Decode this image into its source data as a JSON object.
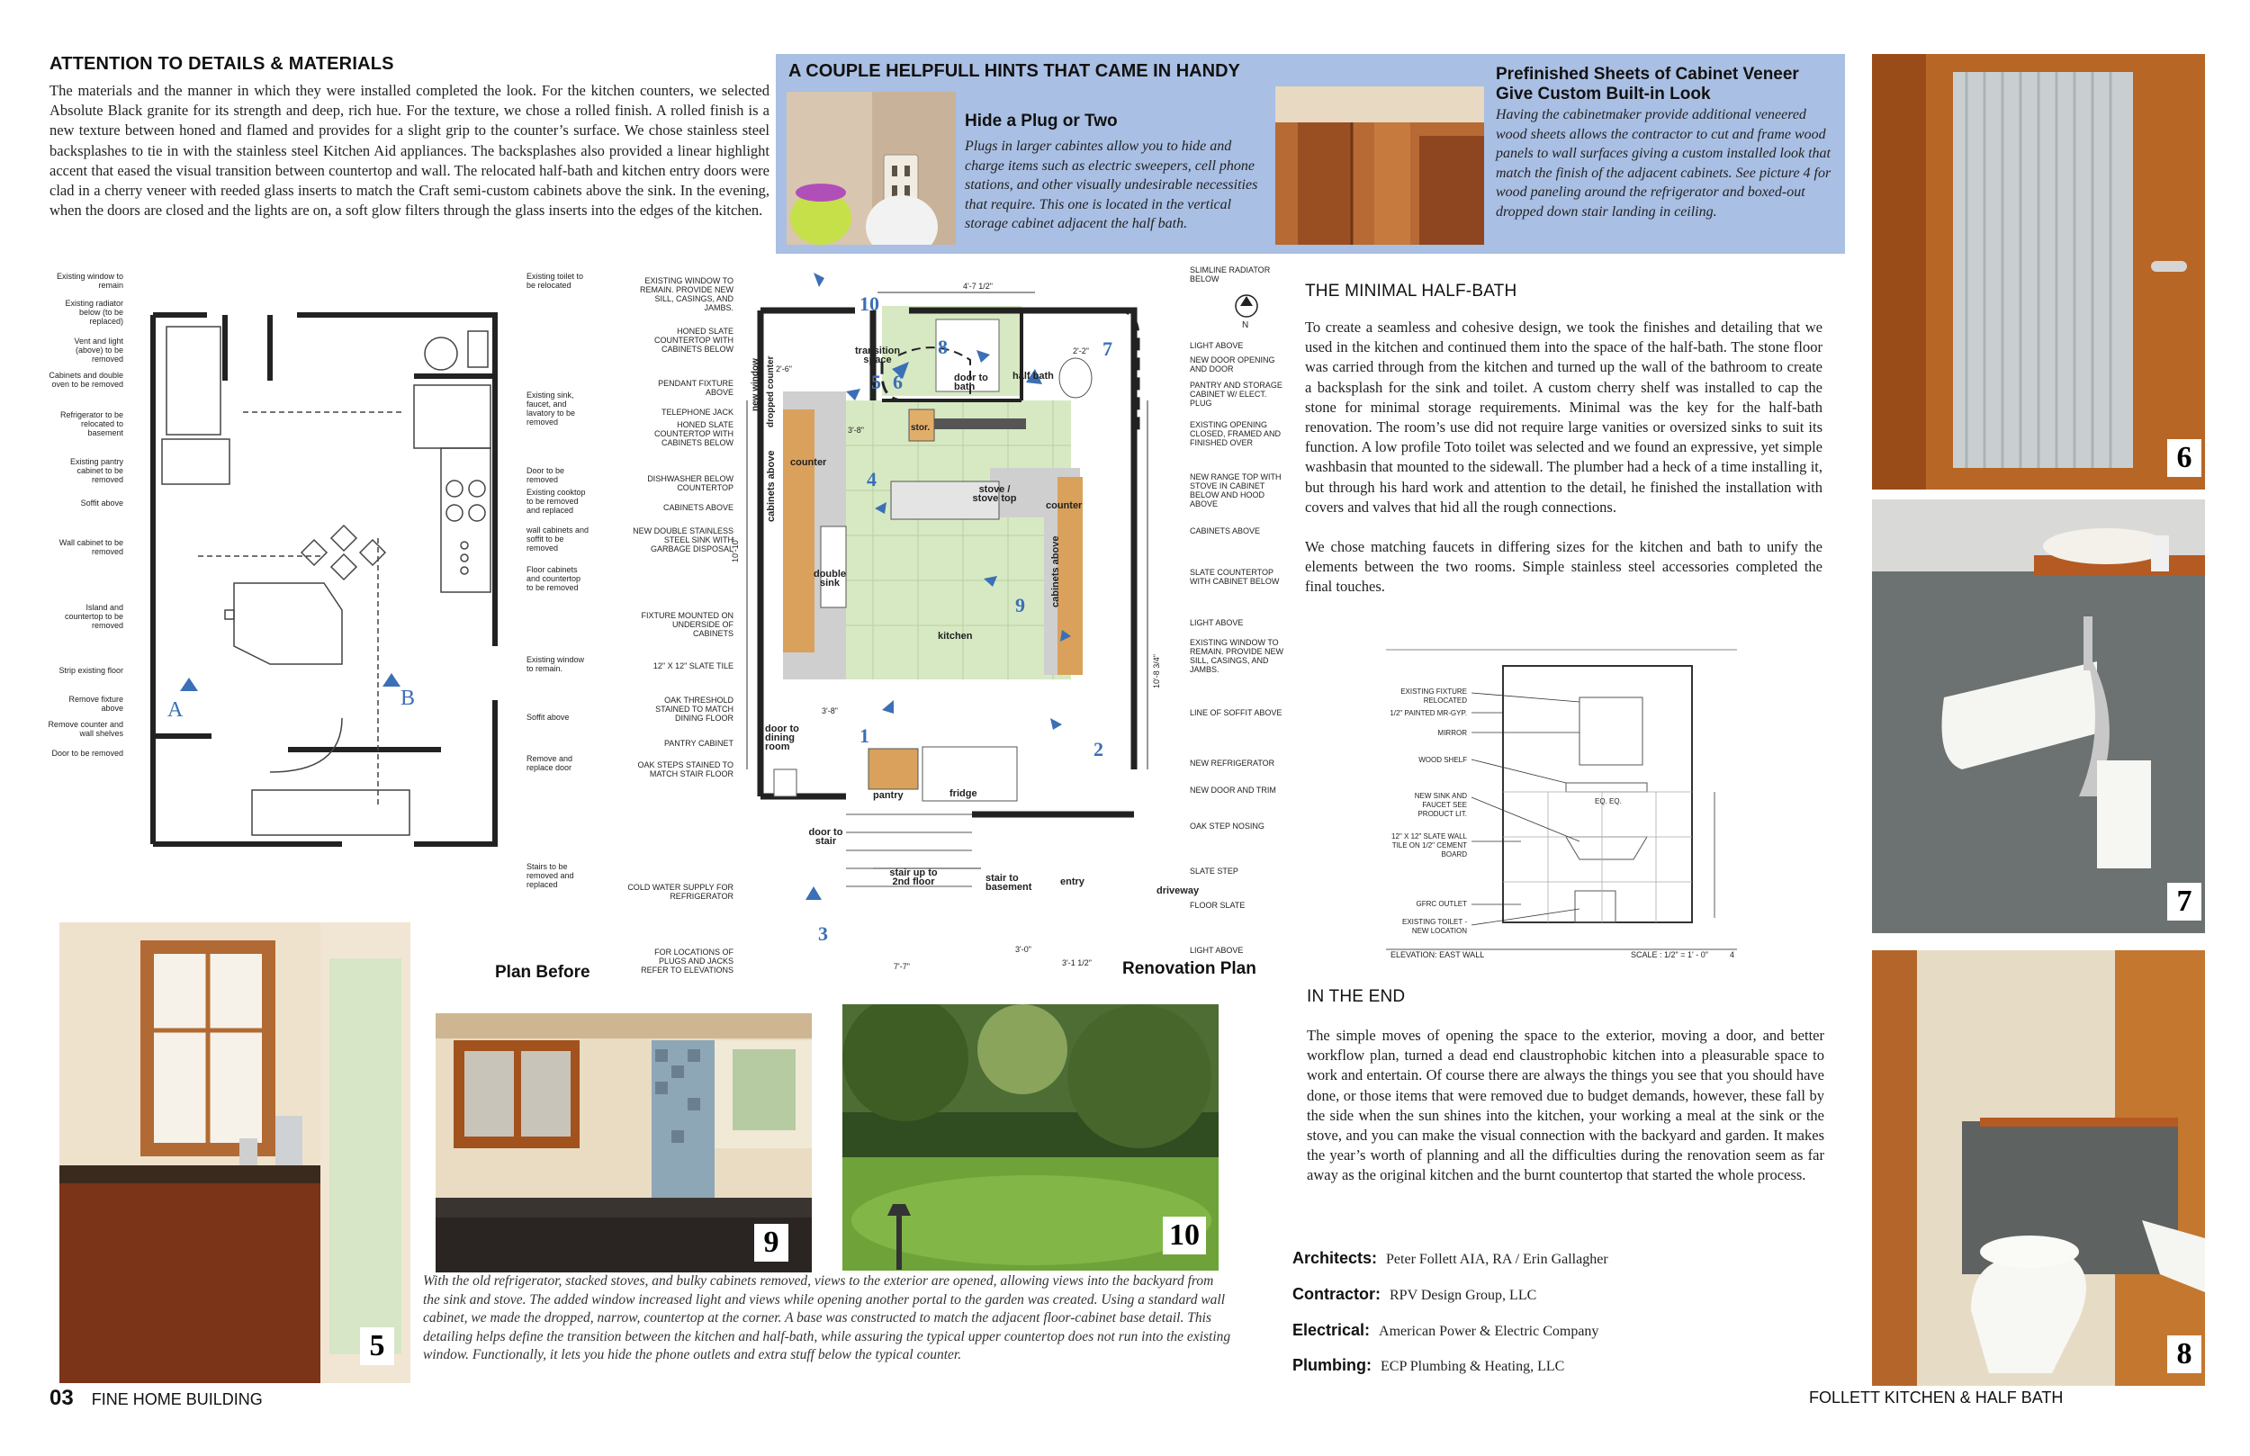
{
  "attention": {
    "heading": "ATTENTION TO DETAILS & MATERIALS",
    "body": "The materials and the manner in which they were installed completed the look.  For the kitchen counters, we selected Absolute Black granite for its strength and deep, rich hue.   For the texture, we chose a rolled finish.  A rolled finish is a new texture between honed and flamed and provides for a slight grip to the counter’s surface.  We chose stainless steel backsplashes to tie in with the stainless steel Kitchen Aid appliances.  The backsplashes also provided a linear highlight accent that eased the visual transition between countertop and wall.  The relocated half-bath and kitchen entry doors were clad in a cherry veneer with reeded glass inserts to match the Craft semi-custom cabinets above the sink.  In the evening, when the doors are closed and the lights are on, a soft glow filters through the glass inserts into the edges of the kitchen."
  },
  "hints": {
    "title": "A COUPLE HELPFULL HINTS THAT CAME IN HANDY",
    "plug": {
      "heading": "Hide a Plug or Two",
      "text": "Plugs in larger cabintes allow you to hide and charge items such as electric sweepers, cell phone stations, and other visually undesirable necessities that require.  This one is located in the vertical storage cabinet adjacent the half bath."
    },
    "veneer": {
      "heading_line1": "Prefinished Sheets of Cabinet Veneer",
      "heading_line2": "Give Custom Built-in Look",
      "text": "Having the cabinetmaker provide additional veneered wood sheets allows the contractor to cut and frame wood panels to wall surfaces giving a custom installed look that match the finish of the adjacent cabinets.  See picture 4 for wood paneling around the refrigerator and boxed-out dropped down stair landing in ceiling."
    }
  },
  "half_bath": {
    "heading": "THE MINIMAL HALF-BATH",
    "body": "To create a seamless and cohesive design, we took the finishes and detailing that we used in the kitchen and continued them into the space of the half-bath.  The stone floor was carried through from the kitchen and turned up the wall of the bathroom to create a backsplash for the sink and toilet.  A custom cherry shelf was installed to cap the stone for minimal storage requirements.  Minimal was the key for the half-bath renovation.  The room’s use did not require large vanities or oversized sinks to suit its function.  A low profile Toto toilet was selected and we found an expressive, yet simple washbasin that mounted to the sidewall.  The plumber had a heck of a time installing it, but through his hard work and attention to the detail, he finished the installation with covers and valves that hid all the rough connections.",
    "body2": "We chose matching faucets in differing sizes for the kitchen and bath to unify the elements between the two rooms.  Simple stainless steel accessories completed the final touches."
  },
  "in_the_end": {
    "heading": "IN THE END",
    "body": "The simple moves of opening the space to the exterior, moving a door, and better workflow plan, turned a dead end claustrophobic kitchen into a pleasurable space to work and entertain.  Of course there are always the things you see that you should have done, or those items that were removed due to budget demands, however, these fall by the side when the sun shines into the kitchen, your working a meal at the sink or the stove, and you can make the visual connection with the backyard and garden.  It makes the year’s worth of planning and all the difficulties during the renovation seem as far away as the original kitchen and the burnt countertop that started the whole process."
  },
  "caption_9_10": "With the old refrigerator, stacked stoves, and bulky cabinets removed, views to the exterior are opened, allowing views into the backyard from the sink and stove.  The added window increased light and views while opening another portal to the garden was created.  Using a standard wall cabinet, we made the dropped, narrow, countertop at the corner.  A base was constructed to match the adjacent floor-cabinet base detail.  This detailing helps define the transition between the kitchen and half-bath, while assuring the typical upper countertop does not run into the existing window. Functionally, it lets you hide the phone outlets and extra stuff below the typical counter.",
  "credits": [
    {
      "label": "Architects:",
      "value": "Peter Follett AIA, RA  /  Erin Gallagher"
    },
    {
      "label": "Contractor:",
      "value": "RPV Design Group, LLC"
    },
    {
      "label": "Electrical:",
      "value": "American Power & Electric Company"
    },
    {
      "label": "Plumbing:",
      "value": "ECP Plumbing & Heating, LLC"
    }
  ],
  "photos": {
    "p5": "5",
    "p6": "6",
    "p7": "7",
    "p8": "8",
    "p9": "9",
    "p10": "10"
  },
  "plan_before": {
    "title": "Plan Before",
    "markers": {
      "a": "A",
      "b": "B"
    },
    "left_labels": [
      "Existing window to remain",
      "Existing radiator below (to be replaced)",
      "Vent and light (above) to be removed",
      "Cabinets and double oven to be removed",
      "Refrigerator to be relocated to basement",
      "Existing pantry cabinet to be removed",
      "Soffit above",
      "Wall cabinet to be removed",
      "Island and countertop to be removed",
      "Strip existing floor",
      "Remove fixture above",
      "Remove counter and wall shelves",
      "Door to be removed"
    ],
    "right_labels": [
      "Existing toilet to be relocated",
      "Existing sink, faucet, and lavatory to be removed",
      "Door to be removed",
      "Existing cooktop to be removed and replaced",
      "wall cabinets and soffit to be removed",
      "Floor cabinets and countertop to be removed",
      "Existing window to remain.",
      "Soffit above",
      "Remove and replace door",
      "Stairs to be removed and replaced"
    ]
  },
  "renovation_plan": {
    "title": "Renovation Plan",
    "left_labels": [
      "EXISTING WINDOW TO REMAIN.  PROVIDE NEW SILL, CASINGS, AND JAMBS.",
      "HONED SLATE COUNTERTOP WITH CABINETS BELOW",
      "PENDANT FIXTURE ABOVE",
      "TELEPHONE JACK",
      "HONED SLATE COUNTERTOP WITH CABINETS BELOW",
      "DISHWASHER BELOW COUNTERTOP",
      "CABINETS ABOVE",
      "NEW DOUBLE STAINLESS STEEL SINK WITH GARBAGE DISPOSAL",
      "FIXTURE MOUNTED ON UNDERSIDE OF CABINETS",
      "12\" X 12\" SLATE TILE",
      "OAK THRESHOLD STAINED TO MATCH DINING FLOOR",
      "PANTRY CABINET",
      "OAK STEPS STAINED TO MATCH STAIR FLOOR",
      "COLD WATER SUPPLY FOR REFRIGERATOR",
      "FOR LOCATIONS OF PLUGS AND JACKS REFER TO ELEVATIONS"
    ],
    "right_labels": [
      "SLIMLINE RADIATOR BELOW",
      "LIGHT ABOVE",
      "NEW DOOR OPENING AND DOOR",
      "PANTRY AND STORAGE CABINET W/ ELECT. PLUG",
      "EXISTING OPENING CLOSED, FRAMED AND FINISHED OVER",
      "NEW RANGE TOP WITH STOVE IN CABINET BELOW AND HOOD ABOVE",
      "CABINETS ABOVE",
      "SLATE COUNTERTOP WITH CABINET BELOW",
      "LIGHT ABOVE",
      "EXISTING WINDOW TO REMAIN. PROVIDE NEW SILL, CASINGS, AND JAMBS.",
      "LINE OF SOFFIT ABOVE",
      "NEW REFRIGERATOR",
      "NEW DOOR AND TRIM",
      "OAK STEP NOSING",
      "SLATE STEP",
      "FLOOR SLATE",
      "LIGHT ABOVE"
    ],
    "rooms": {
      "transition_space": "transition space",
      "door_to_bath": "door to bath",
      "half_bath": "half bath",
      "stor": "stor.",
      "counter_left": "counter",
      "counter_right": "counter",
      "stove": "stove / stove top",
      "double_sink": "double sink",
      "cabinets_above_left": "cabinets above",
      "cabinets_above_right": "cabinets above",
      "dropped_counter": "dropped counter",
      "window": "new window",
      "kitchen": "kitchen",
      "door_to_dining": "door to dining room",
      "pantry": "pantry",
      "fridge": "fridge",
      "door_to_stair": "door to stair",
      "stair_up": "stair up to 2nd floor",
      "stair_basement": "stair to basement",
      "entry": "entry",
      "driveway": "driveway"
    },
    "numbers": [
      "1",
      "2",
      "3",
      "4",
      "5",
      "6",
      "7",
      "8",
      "9",
      "10"
    ],
    "dims": [
      "4'-7 1/2\"",
      "2'-2\"",
      "3'-8\"",
      "3'-8\"",
      "10'-10\"",
      "10'-8 3/4\"",
      "7'-7\"",
      "3'-1 1/2\"",
      "2'-6\"",
      "3'-0\""
    ],
    "north": "N"
  },
  "elevation": {
    "left_labels": [
      "EXISTING FIXTURE RELOCATED",
      "1/2\" PAINTED MR-GYP.",
      "MIRROR",
      "WOOD SHELF",
      "NEW SINK AND FAUCET SEE PRODUCT LIT.",
      "12\" X 12\" SLATE WALL TILE ON 1/2\" CEMENT BOARD",
      "GFRC OUTLET",
      "EXISTING TOILET - NEW LOCATION"
    ],
    "eq": "EQ.  EQ.",
    "title": "ELEVATION:  EAST WALL",
    "scale": "SCALE : 1/2\" = 1' - 0\"",
    "sheet": "4"
  },
  "footer": {
    "page_num": "03",
    "publication": "FINE HOME BUILDING",
    "project": "FOLLETT KITCHEN  &  HALF BATH"
  }
}
